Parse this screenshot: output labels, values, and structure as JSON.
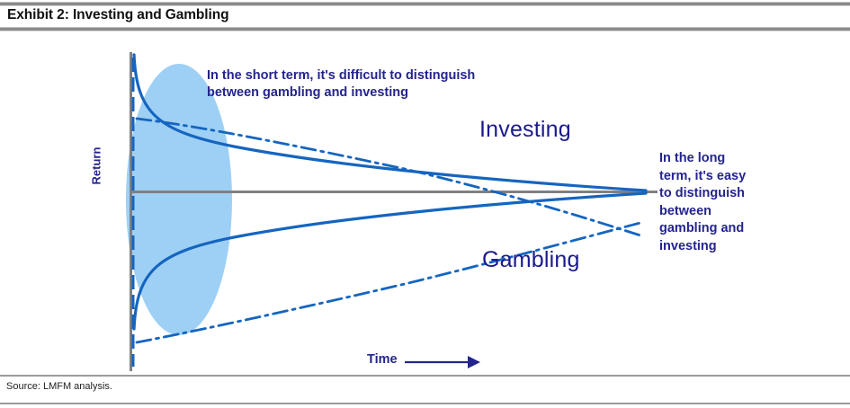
{
  "exhibit": {
    "title": "Exhibit 2: Investing and Gambling",
    "source": "Source: LMFM analysis."
  },
  "chart_data": {
    "type": "line",
    "title": "Exhibit 2: Investing and Gambling",
    "xlabel": "Time",
    "ylabel": "Return",
    "grid": false,
    "legend": "inline-annotations",
    "axes": {
      "x_axis_style": "arrow-right, unlabeled ticks",
      "y_axis_style": "vertical line, unlabeled ticks",
      "zero_line": true
    },
    "annotations": [
      {
        "name": "short-term",
        "text": "In the short term, it's difficult to distinguish between gambling and investing",
        "lines": [
          "In the short term, it's difficult to distinguish",
          "between gambling and investing"
        ]
      },
      {
        "name": "long-term",
        "text": "In the long term, it's easy to distinguish between gambling and investing",
        "lines": [
          "In the long",
          "term, it's easy",
          "to distinguish",
          "between",
          "gambling and",
          "investing"
        ]
      }
    ],
    "highlight_region": {
      "name": "short-term-uncertainty-ellipse",
      "shape": "ellipse",
      "color": "#9ED0F5"
    },
    "series": [
      {
        "name": "Investing",
        "label": "Investing",
        "style": "solid",
        "color": "#1565C0",
        "shape": "converging-envelope",
        "description": "Dispersion of returns narrows over time, converging toward a single point",
        "upper_bound": [
          {
            "x": 0,
            "y": 100
          },
          {
            "x": 5,
            "y": 62
          },
          {
            "x": 15,
            "y": 45
          },
          {
            "x": 30,
            "y": 33
          },
          {
            "x": 50,
            "y": 24
          },
          {
            "x": 70,
            "y": 17
          },
          {
            "x": 85,
            "y": 11
          },
          {
            "x": 100,
            "y": 5
          }
        ],
        "lower_bound": [
          {
            "x": 0,
            "y": -100
          },
          {
            "x": 5,
            "y": -62
          },
          {
            "x": 15,
            "y": -45
          },
          {
            "x": 30,
            "y": -33
          },
          {
            "x": 50,
            "y": -24
          },
          {
            "x": 70,
            "y": -17
          },
          {
            "x": 85,
            "y": -11
          },
          {
            "x": 100,
            "y": 5
          }
        ]
      },
      {
        "name": "Gambling",
        "label": "Gambling",
        "style": "dash-dot",
        "color": "#1565C0",
        "shape": "diverging-envelope",
        "description": "Dispersion of returns widens over time, diverging away from zero",
        "upper_bound": [
          {
            "x": 0,
            "y": 55
          },
          {
            "x": 15,
            "y": 44
          },
          {
            "x": 35,
            "y": 31
          },
          {
            "x": 55,
            "y": 17
          },
          {
            "x": 75,
            "y": 2
          },
          {
            "x": 90,
            "y": -14
          },
          {
            "x": 100,
            "y": -27
          }
        ],
        "lower_bound": [
          {
            "x": 0,
            "y": -78
          },
          {
            "x": 15,
            "y": -64
          },
          {
            "x": 35,
            "y": -50
          },
          {
            "x": 55,
            "y": -36
          },
          {
            "x": 75,
            "y": -23
          },
          {
            "x": 90,
            "y": -13
          },
          {
            "x": 100,
            "y": -8
          }
        ]
      }
    ],
    "colors": {
      "series_blue": "#1565C0",
      "ellipse_fill": "#9ED0F5",
      "axis_gray": "#808080",
      "annotation_navy": "#24248F",
      "series_label_navy": "#1A1A8C"
    }
  }
}
